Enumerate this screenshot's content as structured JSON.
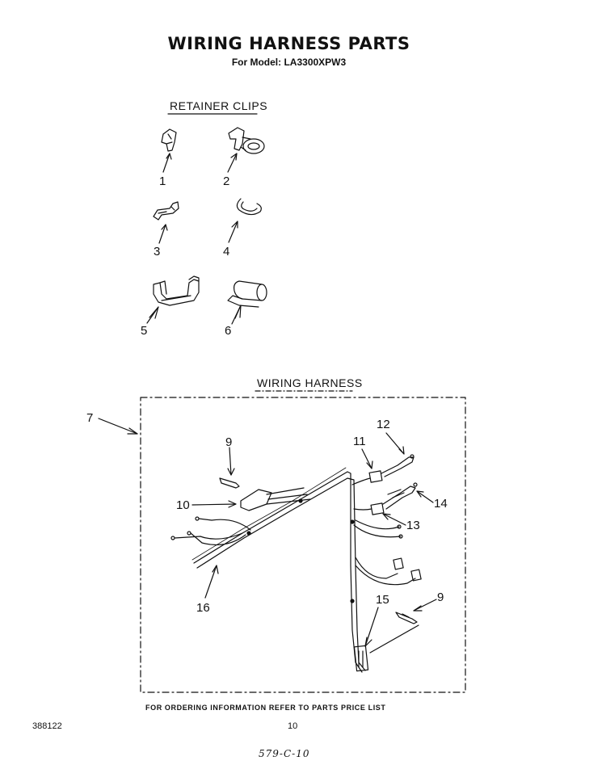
{
  "header": {
    "title": "WIRING HARNESS PARTS",
    "subtitle": "For Model: LA3300XPW3"
  },
  "retainer_clips": {
    "heading": "RETAINER CLIPS",
    "callouts": [
      "1",
      "2",
      "3",
      "4",
      "5",
      "6"
    ]
  },
  "wiring_harness": {
    "heading": "WIRING HARNESS",
    "callouts": [
      "7",
      "9",
      "10",
      "11",
      "12",
      "14",
      "13",
      "16",
      "15",
      "9"
    ]
  },
  "footer": {
    "note": "FOR ORDERING INFORMATION REFER TO PARTS PRICE LIST",
    "doc_number": "388122",
    "page_number": "10",
    "handwritten": "579-C-10"
  }
}
